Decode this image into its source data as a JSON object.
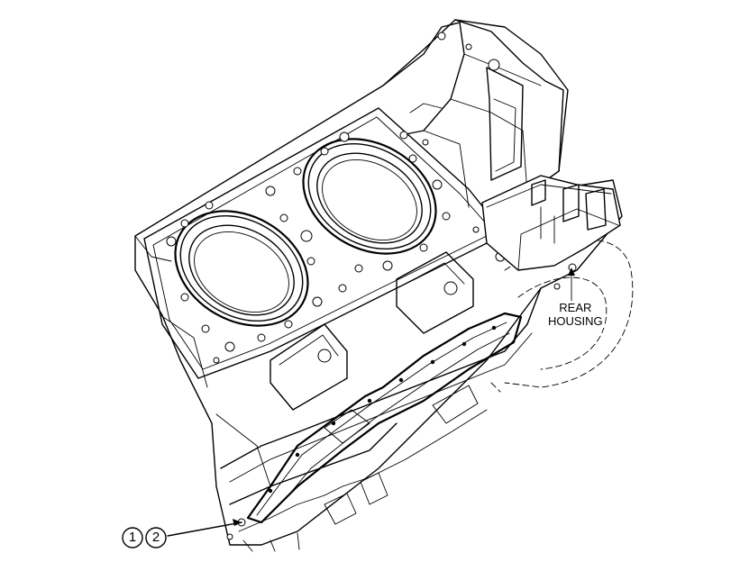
{
  "labels": {
    "rear_housing_line1": "REAR",
    "rear_housing_line2": "HOUSING"
  },
  "callouts": {
    "first": "1",
    "second": "2"
  },
  "colors": {
    "line": "#000000",
    "background": "#ffffff"
  }
}
